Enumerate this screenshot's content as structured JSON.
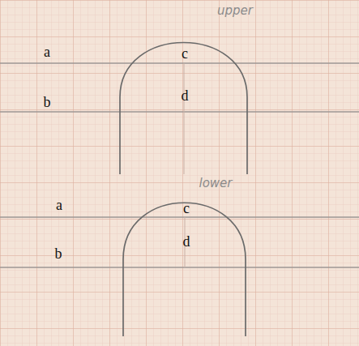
{
  "diagram": {
    "labels": [
      "upper",
      "a",
      "c",
      "b",
      "d",
      "lower",
      "a",
      "c",
      "b",
      "d"
    ]
  }
}
